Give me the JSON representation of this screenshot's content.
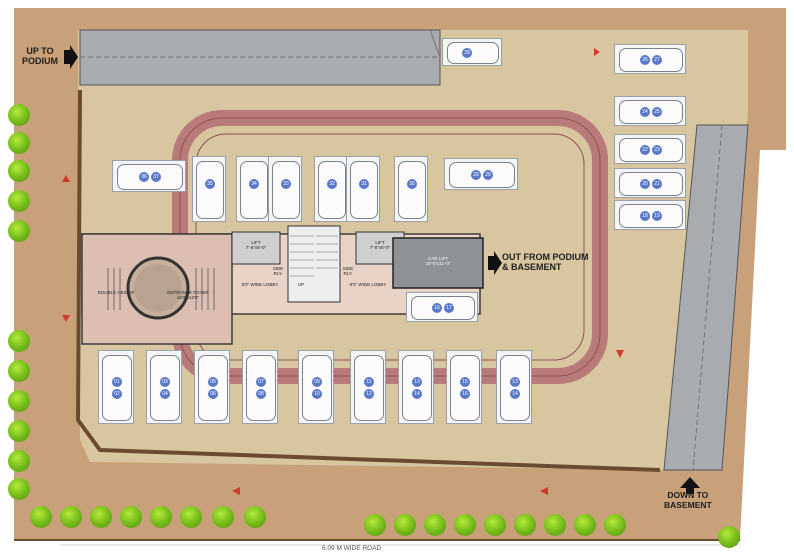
{
  "labels": {
    "up_to_podium": "UP TO\nPODIUM",
    "out_from_podium": "OUT FROM PODIUM\n& BASEMENT",
    "down_to_basement": "DOWN TO\nBASEMENT",
    "road": "6.09 M WIDE ROAD",
    "lift_left": "LIFT\n7'-6\"x6'-0\"",
    "lift_right": "LIFT\n7'-6\"x6'-0\"",
    "car_lift": "CAR LIFT\n19'-0\"x11'-0\"",
    "lobby_left": "8'0\" WIDE LOBBY",
    "lobby_right": "8'0\" WIDE LOBBY",
    "double_height": "DOUBLE HEIGHT",
    "entrance_foyer": "ENTRANCE FOYER\n16'3\"x12'6\"",
    "stair_up": "UP",
    "side_left": "SIDE\nRLY.",
    "side_right": "SIDE\nRLY."
  },
  "colors": {
    "site": "#c9a27a",
    "driveway": "#d9c7a0",
    "red_track": "#b97a7a",
    "ramp": "#a9acb1",
    "tree": "#7cc21d",
    "car_num": "#5a78c8"
  },
  "cars": {
    "top_right": [
      "28"
    ],
    "right_top": [
      "26",
      "27"
    ],
    "right_col": [
      [
        "24",
        "25"
      ],
      [
        "22",
        "23"
      ],
      [
        "20",
        "21"
      ],
      [
        "18",
        "19"
      ]
    ],
    "upper_row_left": [
      "36",
      "37"
    ],
    "upper_row_vertical": [
      "35",
      "34",
      "33",
      "32",
      "31",
      "30"
    ],
    "upper_row_right": [
      "29",
      "29"
    ],
    "mid_right": [
      "16",
      "17"
    ],
    "bottom_row": [
      [
        "01",
        "02"
      ],
      [
        "03",
        "04"
      ],
      [
        "05",
        "06"
      ],
      [
        "07",
        "08"
      ],
      [
        "09",
        "10"
      ],
      [
        "11",
        "12"
      ],
      [
        "13",
        "14"
      ],
      [
        "15",
        "16"
      ],
      [
        "13",
        "14"
      ]
    ]
  }
}
